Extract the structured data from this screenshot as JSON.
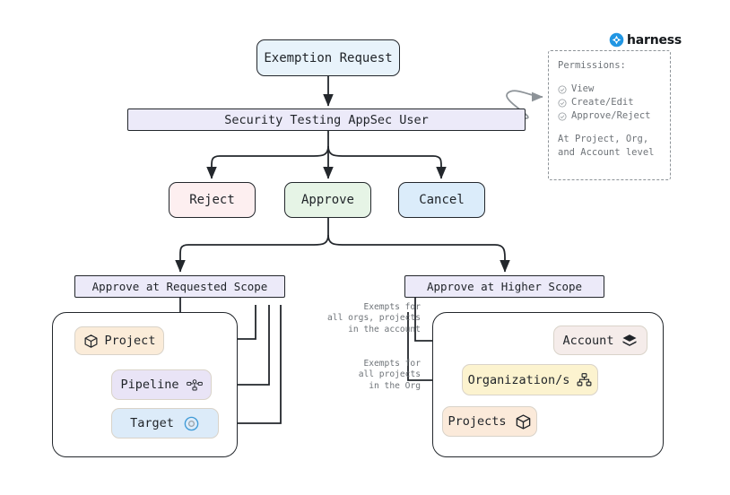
{
  "brand": {
    "name": "harness",
    "logo_icon": "harness-diamond-icon",
    "color": "#2196e3"
  },
  "flow": {
    "exemption_request": "Exemption Request",
    "user_role": "Security Testing AppSec User",
    "actions": [
      {
        "label": "Reject",
        "color": "#fdeff0"
      },
      {
        "label": "Approve",
        "color": "#e6f4e6"
      },
      {
        "label": "Cancel",
        "color": "#dbecfa"
      }
    ],
    "scopes": [
      {
        "label": "Approve at Requested Scope"
      },
      {
        "label": "Approve at Higher Scope"
      }
    ]
  },
  "permissions": {
    "title": "Permissions:",
    "items": [
      "View",
      "Create/Edit",
      "Approve/Reject"
    ],
    "footer_line1": "At Project, Org,",
    "footer_line2": "and Account level",
    "check_icon": "check-circle-icon"
  },
  "requested_scope": {
    "nodes": [
      {
        "label": "Project",
        "icon": "cube-icon",
        "color": "#fbecd9"
      },
      {
        "label": "Pipeline",
        "icon": "pipeline-icon",
        "color": "#e9e4f6"
      },
      {
        "label": "Target",
        "icon": "target-icon",
        "color": "#dcebf9"
      }
    ]
  },
  "higher_scope": {
    "nodes": [
      {
        "label": "Account",
        "icon": "layers-icon",
        "color": "#f5ecea"
      },
      {
        "label": "Organization/s",
        "icon": "org-chart-icon",
        "color": "#fcf3cf"
      },
      {
        "label": "Projects",
        "icon": "cube-icon",
        "color": "#fbeada"
      }
    ]
  },
  "annotations": {
    "account_note": "Exempts for\nall orgs, projects\nin the account",
    "org_note": "Exempts for\nall projects\nin the Org"
  }
}
